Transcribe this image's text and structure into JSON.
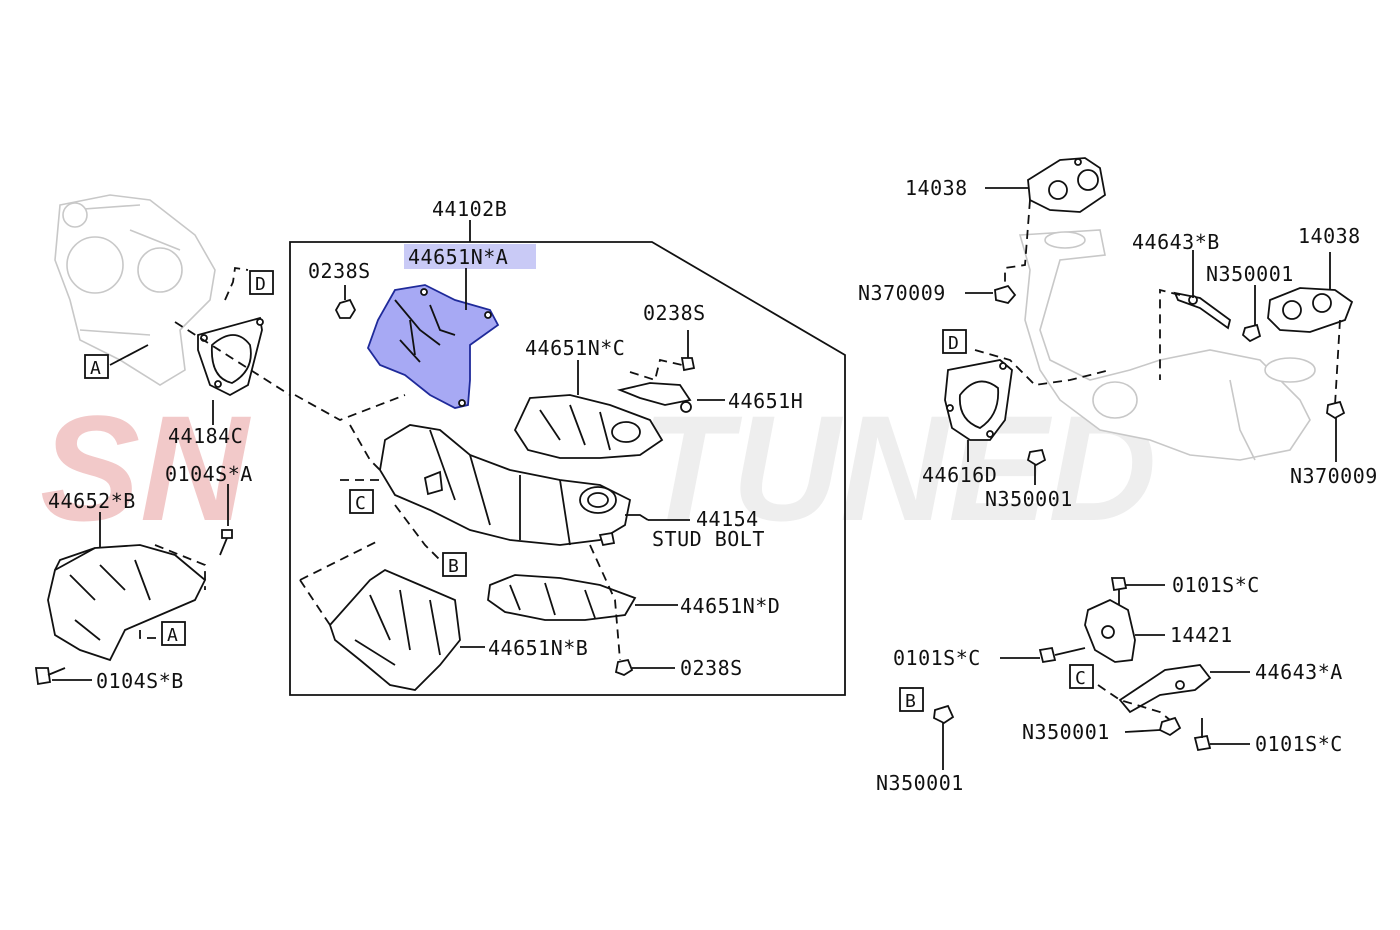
{
  "watermark": {
    "text_left": "SN",
    "text_right": "TUNED",
    "color": "#f2c9c9",
    "color_right": "#eeeeee"
  },
  "highlight": {
    "color": "#5b5fe8",
    "label_bg": "#c9caf6"
  },
  "labels": {
    "p44102b": "44102B",
    "p44651na": "44651N*A",
    "p0238s_1": "0238S",
    "p0238s_2": "0238S",
    "p0238s_3": "0238S",
    "p44651nc": "44651N*C",
    "p44651h": "44651H",
    "p44154": "44154",
    "stud_bolt": "STUD BOLT",
    "p44651nd": "44651N*D",
    "p44651nb": "44651N*B",
    "p44184c": "44184C",
    "p0104sa": "0104S*A",
    "p44652b": "44652*B",
    "p0104sb": "0104S*B",
    "p14038_1": "14038",
    "p14038_2": "14038",
    "p44643b": "44643*B",
    "pn350001_1": "N350001",
    "pn370009_1": "N370009",
    "pn370009_2": "N370009",
    "p44616d": "44616D",
    "pn350001_2": "N350001",
    "p0101sc_1": "0101S*C",
    "p0101sc_2": "0101S*C",
    "p0101sc_3": "0101S*C",
    "p14421": "14421",
    "p44643a": "44643*A",
    "pn350001_3": "N350001",
    "pn350001_4": "N350001"
  },
  "refs": {
    "a1": "A",
    "a2": "A",
    "b1": "B",
    "b2": "B",
    "c1": "C",
    "c2": "C",
    "d1": "D",
    "d2": "D"
  }
}
